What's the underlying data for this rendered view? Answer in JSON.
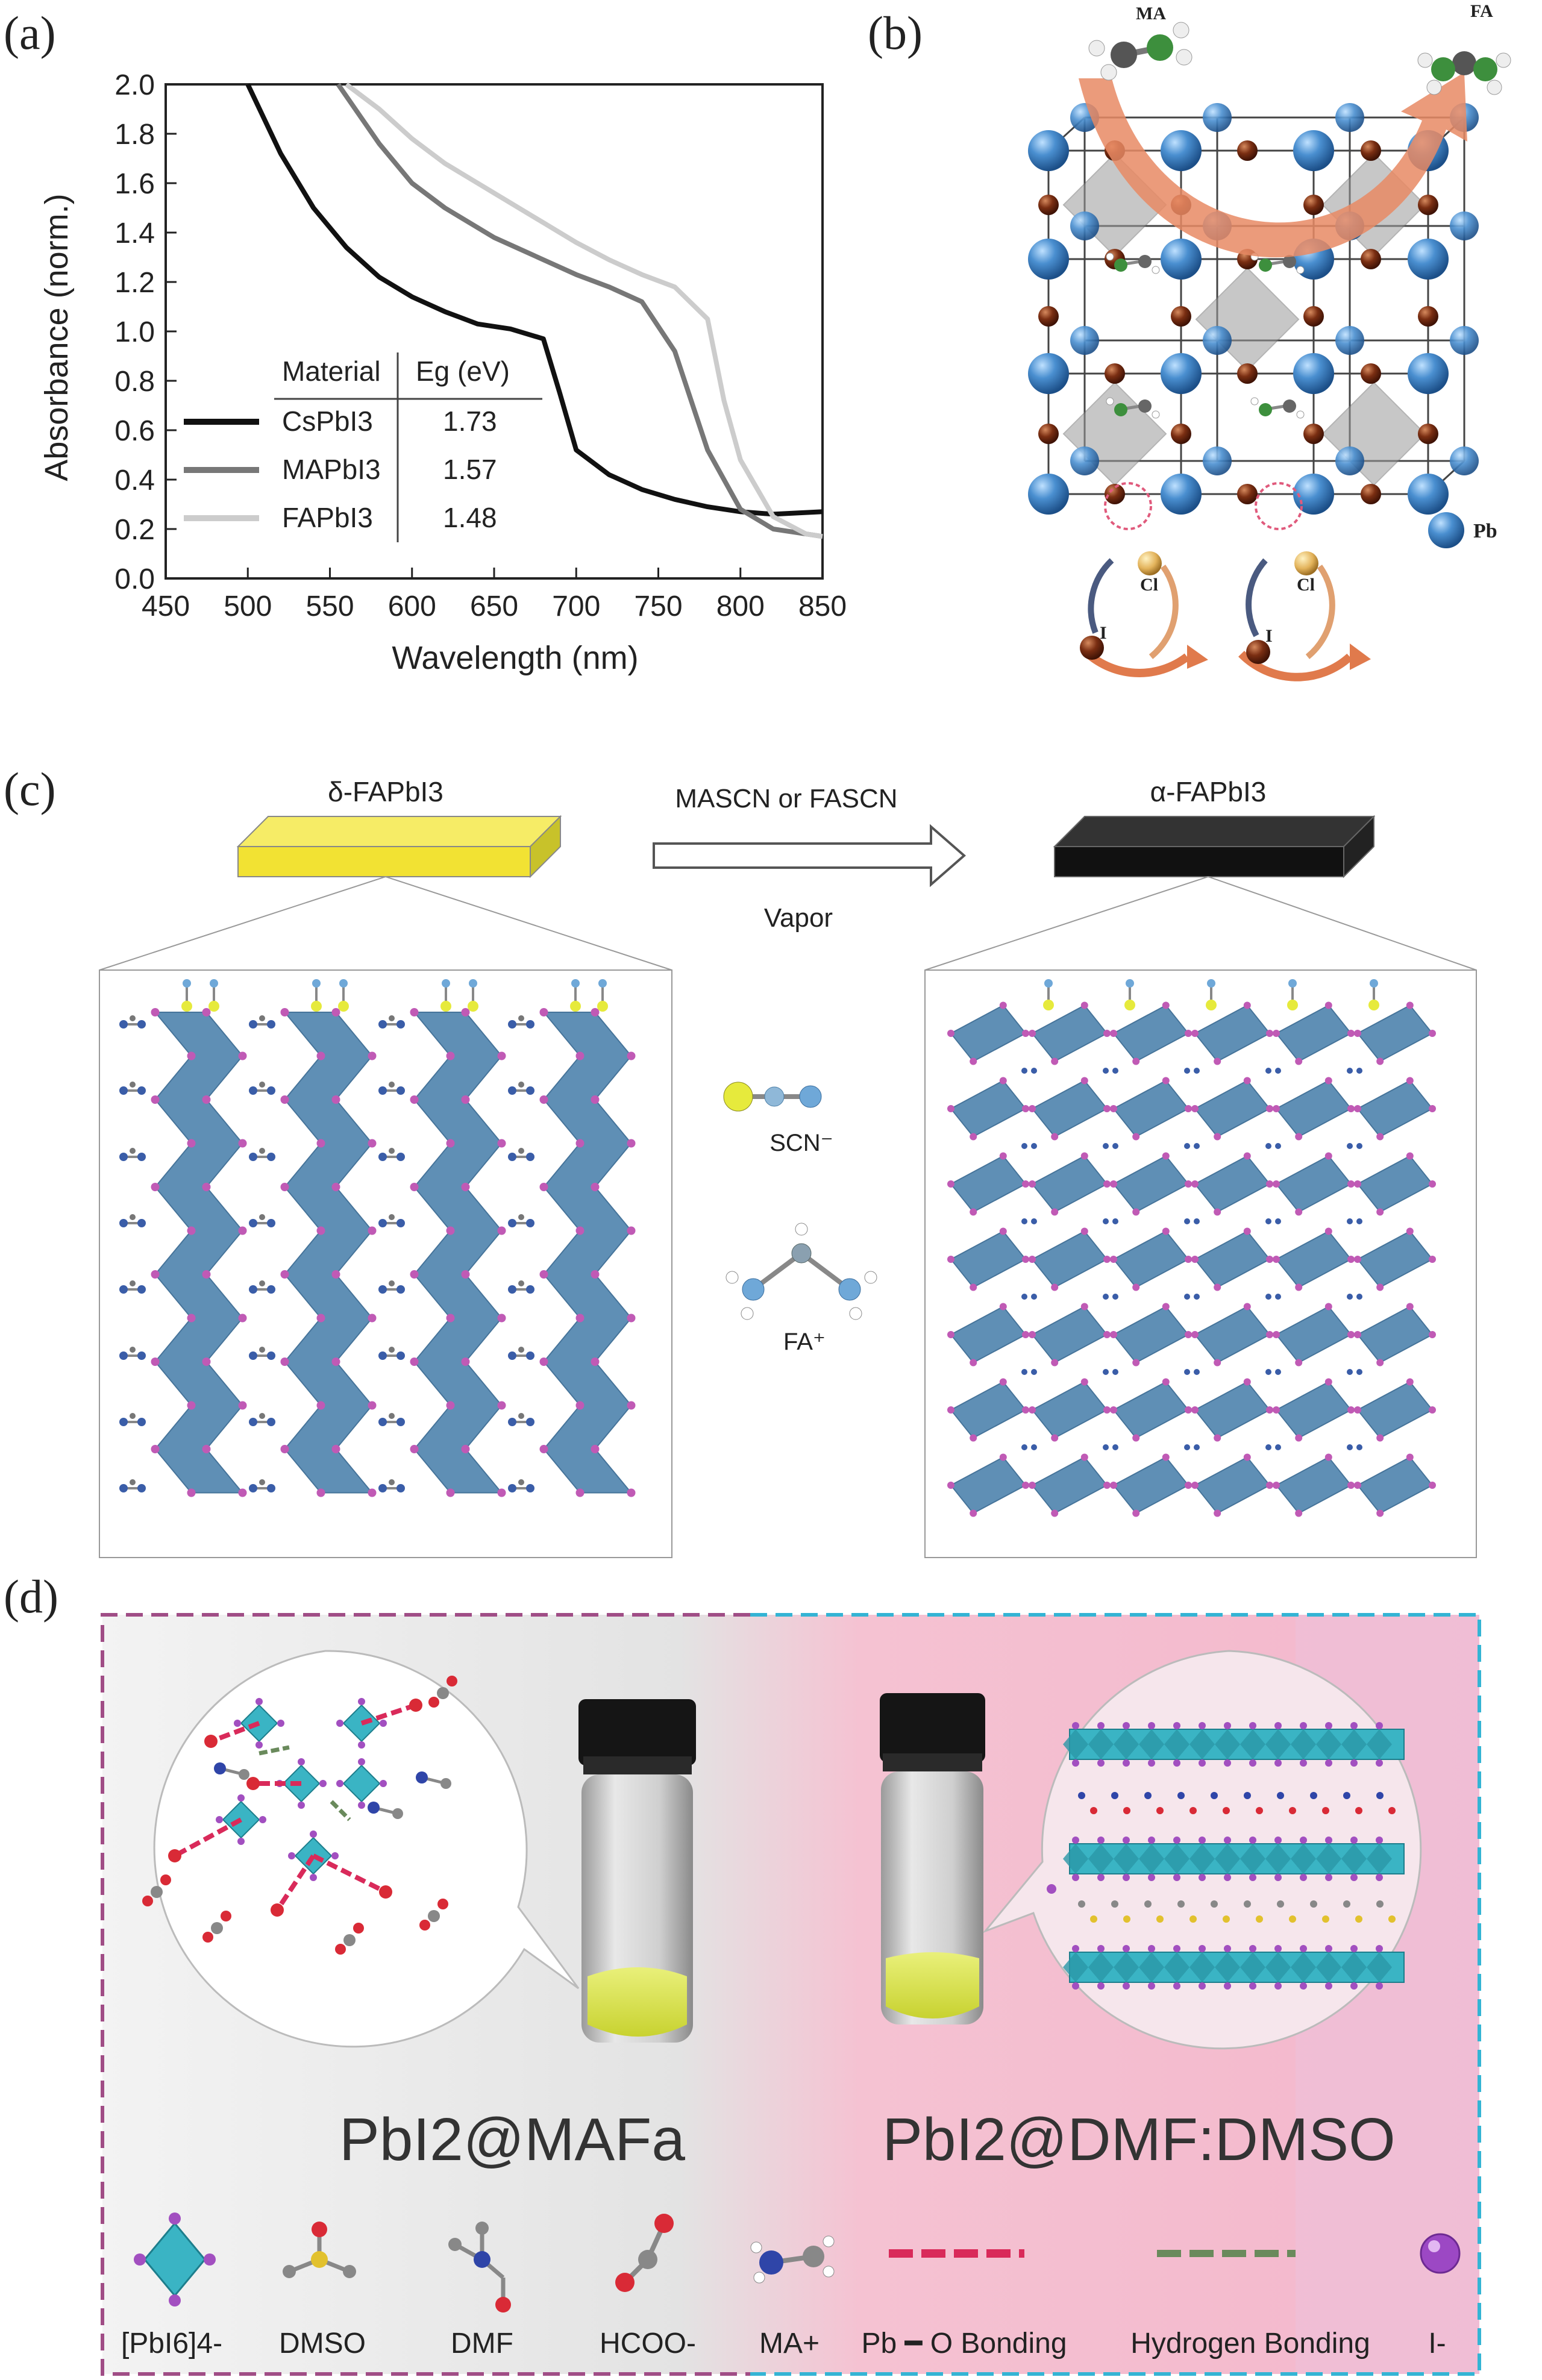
{
  "panels": {
    "a": "(a)",
    "b": "(b)",
    "c": "(c)",
    "d": "(d)"
  },
  "chart_data": {
    "type": "line",
    "xlabel": "Wavelength (nm)",
    "ylabel": "Absorbance (norm.)",
    "xlim": [
      450,
      850
    ],
    "ylim": [
      0.0,
      2.0
    ],
    "xticks": [
      450,
      500,
      550,
      600,
      650,
      700,
      750,
      800,
      850
    ],
    "yticks": [
      "0.0",
      "0.2",
      "0.4",
      "0.6",
      "0.8",
      "1.0",
      "1.2",
      "1.4",
      "1.6",
      "1.8",
      "2.0"
    ],
    "legend": {
      "header_material": "Material",
      "header_eg": "Eg (eV)",
      "rows": [
        {
          "name": "CsPbI3",
          "eg": "1.73",
          "color": "#111111"
        },
        {
          "name": "MAPbI3",
          "eg": "1.57",
          "color": "#777777"
        },
        {
          "name": "FAPbI3",
          "eg": "1.48",
          "color": "#cccccc"
        }
      ]
    },
    "series": [
      {
        "name": "CsPbI3",
        "color": "#111111",
        "x": [
          500,
          520,
          540,
          560,
          580,
          600,
          620,
          640,
          660,
          680,
          690,
          700,
          720,
          740,
          760,
          780,
          800,
          820,
          850
        ],
        "y": [
          2.0,
          1.72,
          1.5,
          1.34,
          1.22,
          1.14,
          1.08,
          1.03,
          1.01,
          0.97,
          0.75,
          0.52,
          0.42,
          0.36,
          0.32,
          0.29,
          0.27,
          0.26,
          0.27
        ]
      },
      {
        "name": "MAPbI3",
        "color": "#777777",
        "x": [
          555,
          580,
          600,
          620,
          650,
          680,
          700,
          720,
          740,
          760,
          780,
          800,
          820,
          840,
          850
        ],
        "y": [
          2.0,
          1.76,
          1.6,
          1.5,
          1.38,
          1.29,
          1.23,
          1.18,
          1.12,
          0.92,
          0.52,
          0.28,
          0.2,
          0.18,
          0.17
        ]
      },
      {
        "name": "FAPbI3",
        "color": "#cccccc",
        "x": [
          560,
          580,
          600,
          620,
          650,
          680,
          700,
          720,
          740,
          760,
          780,
          790,
          800,
          820,
          840,
          850
        ],
        "y": [
          2.0,
          1.9,
          1.78,
          1.68,
          1.56,
          1.44,
          1.36,
          1.29,
          1.23,
          1.18,
          1.05,
          0.72,
          0.48,
          0.25,
          0.18,
          0.17
        ]
      }
    ]
  },
  "panel_b": {
    "label_ma": "MA",
    "label_fa": "FA",
    "label_pb": "Pb",
    "label_cl_1": "Cl",
    "label_i_1": "I",
    "label_cl_2": "Cl",
    "label_i_2": "I",
    "color_pb": "#3f86c8",
    "color_i": "#7a2e12",
    "color_arrow": "#e88a64"
  },
  "panel_c": {
    "delta_label": "δ-FAPbI3",
    "alpha_label": "α-FAPbI3",
    "arrow_top": "MASCN or FASCN",
    "arrow_bottom": "Vapor",
    "scn_label": "SCN⁻",
    "fa_label": "FA⁺",
    "color_delta_film": "#f2e233",
    "color_alpha_film": "#111111",
    "color_octahedra": "#5f8fb5"
  },
  "panel_d": {
    "left_label": "PbI2@MAFa",
    "right_label": "PbI2@DMF:DMSO",
    "legend": [
      {
        "icon": "pbi6-icon",
        "label": "[PbI6]4-"
      },
      {
        "icon": "dmso-icon",
        "label": "DMSO"
      },
      {
        "icon": "dmf-icon",
        "label": "DMF"
      },
      {
        "icon": "hcoo-icon",
        "label": "HCOO-"
      },
      {
        "icon": "ma-icon",
        "label": "MA+"
      },
      {
        "icon": "pb-o-bond-icon",
        "label": "Pb ━ O Bonding"
      },
      {
        "icon": "hydrogen-bond-icon",
        "label": "Hydrogen Bonding"
      },
      {
        "icon": "iodide-icon",
        "label": "I-"
      }
    ],
    "color_left_border": "#a04d86",
    "color_right_border": "#34b4d4",
    "color_right_bg": "#f7c9d8"
  }
}
